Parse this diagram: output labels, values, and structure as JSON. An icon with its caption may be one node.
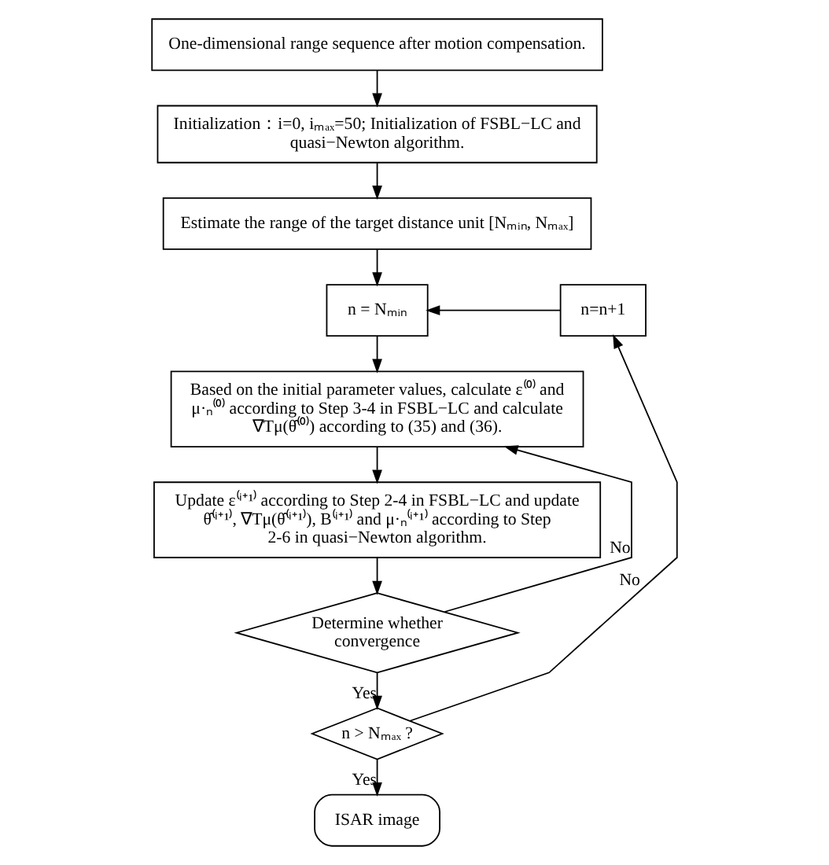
{
  "diagram": {
    "nodes": [
      {
        "text": [
          "One-dimensional range sequence after motion compensation."
        ]
      },
      {
        "text": [
          "Initialization：i=0, iₘₐₓ=50; Initialization of FSBL−LC and quasi−Newton algorithm."
        ]
      },
      {
        "text": [
          "Estimate the range of the target distance unit [Nₘᵢₙ, Nₘₐₓ]"
        ]
      },
      {
        "text": [
          "n = Nₘᵢₙ"
        ]
      },
      {
        "text": [
          "n=n+1"
        ]
      },
      {
        "text": [
          "Based on the initial parameter values, calculate ε⁽⁰⁾ and μ·ₙ⁽⁰⁾ according to Step 3-4 in FSBL−LC and calculate ∇Tμ(θ̂⁽⁰⁾) according to (35) and (36)."
        ]
      },
      {
        "text": [
          "Update ε⁽ⁱ⁺¹⁾ according to Step 2-4 in FSBL−LC and update θ̂⁽ⁱ⁺¹⁾, ∇Tμ(θ̂⁽ⁱ⁺¹⁾), B⁽ⁱ⁺¹⁾ and μ·ₙ⁽ⁱ⁺¹⁾ according to Step 2-6 in quasi−Newton algorithm."
        ]
      },
      {
        "text": [
          "Determine whether convergence"
        ]
      },
      {
        "text": [
          "n > Nₘₐₓ ?"
        ]
      },
      {
        "text": [
          "ISAR image"
        ]
      }
    ],
    "edges": [
      {
        "from": 0,
        "to": 1,
        "arrow": "to"
      },
      {
        "from": 1,
        "to": 2,
        "arrow": "to"
      },
      {
        "from": 2,
        "to": 3,
        "arrow": "to"
      },
      {
        "from": 3,
        "to": 5,
        "arrow": "to"
      },
      {
        "from": 5,
        "to": 6,
        "arrow": "to"
      },
      {
        "from": 6,
        "to": 7,
        "arrow": "to"
      },
      {
        "from": 7,
        "to": 5,
        "arrow": "to",
        "label": "No"
      },
      {
        "from": 7,
        "to": 8,
        "arrow": "to",
        "label": "Yes"
      },
      {
        "from": 8,
        "to": 4,
        "arrow": "to",
        "label": "No"
      },
      {
        "from": 4,
        "to": 3,
        "arrow": "to"
      },
      {
        "from": 8,
        "to": 9,
        "arrow": "to",
        "label": "Yes"
      }
    ]
  }
}
